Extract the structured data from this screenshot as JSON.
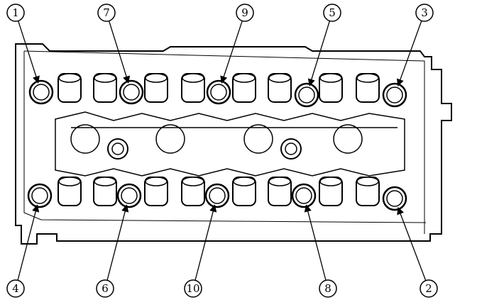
{
  "diagram": {
    "kind": "cylinder-head-bolt-tightening-sequence",
    "line_color": "#000000",
    "background": "#ffffff",
    "bolts": [
      {
        "label": "1",
        "row": "top"
      },
      {
        "label": "7",
        "row": "top"
      },
      {
        "label": "9",
        "row": "top"
      },
      {
        "label": "5",
        "row": "top"
      },
      {
        "label": "3",
        "row": "top"
      },
      {
        "label": "4",
        "row": "bottom"
      },
      {
        "label": "6",
        "row": "bottom"
      },
      {
        "label": "10",
        "row": "bottom"
      },
      {
        "label": "8",
        "row": "bottom"
      },
      {
        "label": "2",
        "row": "bottom"
      }
    ]
  }
}
